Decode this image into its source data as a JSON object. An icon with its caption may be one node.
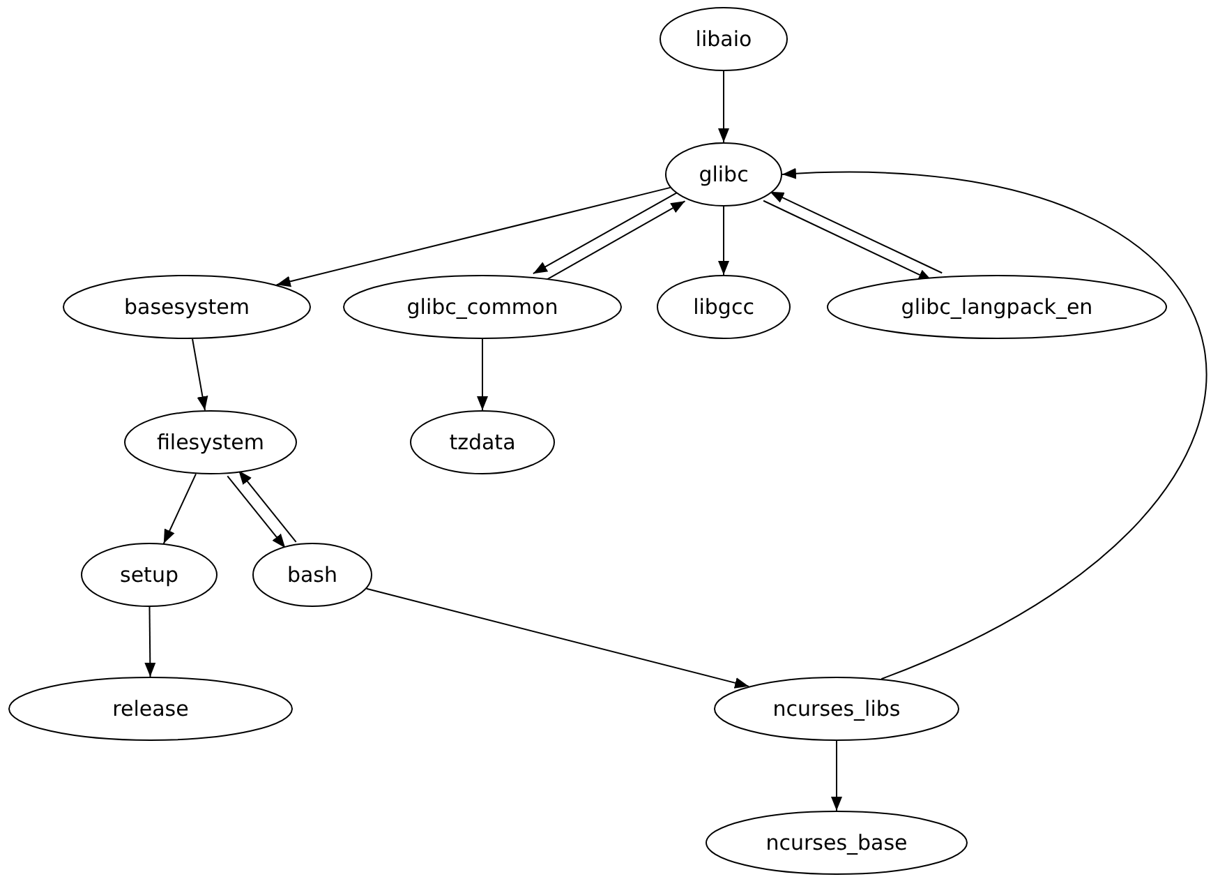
{
  "diagram": {
    "nodes": [
      {
        "text": [
          "libaio"
        ]
      },
      {
        "text": [
          "glibc"
        ]
      },
      {
        "text": [
          "basesystem"
        ]
      },
      {
        "text": [
          "glibc_common"
        ]
      },
      {
        "text": [
          "libgcc"
        ]
      },
      {
        "text": [
          "glibc_langpack_en"
        ]
      },
      {
        "text": [
          "filesystem"
        ]
      },
      {
        "text": [
          "tzdata"
        ]
      },
      {
        "text": [
          "setup"
        ]
      },
      {
        "text": [
          "bash"
        ]
      },
      {
        "text": [
          "release"
        ]
      },
      {
        "text": [
          "ncurses_libs"
        ]
      },
      {
        "text": [
          "ncurses_base"
        ]
      }
    ],
    "edges": [
      {
        "from": 0,
        "to": 1,
        "arrow": "to"
      },
      {
        "from": 1,
        "to": 2,
        "arrow": "to"
      },
      {
        "from": 1,
        "to": 3,
        "arrow": "to"
      },
      {
        "from": 3,
        "to": 1,
        "arrow": "to"
      },
      {
        "from": 1,
        "to": 4,
        "arrow": "to"
      },
      {
        "from": 1,
        "to": 5,
        "arrow": "to"
      },
      {
        "from": 5,
        "to": 1,
        "arrow": "to"
      },
      {
        "from": 3,
        "to": 7,
        "arrow": "to"
      },
      {
        "from": 2,
        "to": 6,
        "arrow": "to"
      },
      {
        "from": 6,
        "to": 8,
        "arrow": "to"
      },
      {
        "from": 6,
        "to": 9,
        "arrow": "to"
      },
      {
        "from": 9,
        "to": 6,
        "arrow": "to"
      },
      {
        "from": 8,
        "to": 10,
        "arrow": "to"
      },
      {
        "from": 9,
        "to": 11,
        "arrow": "to"
      },
      {
        "from": 11,
        "to": 1,
        "arrow": "to"
      },
      {
        "from": 11,
        "to": 12,
        "arrow": "to"
      }
    ]
  }
}
